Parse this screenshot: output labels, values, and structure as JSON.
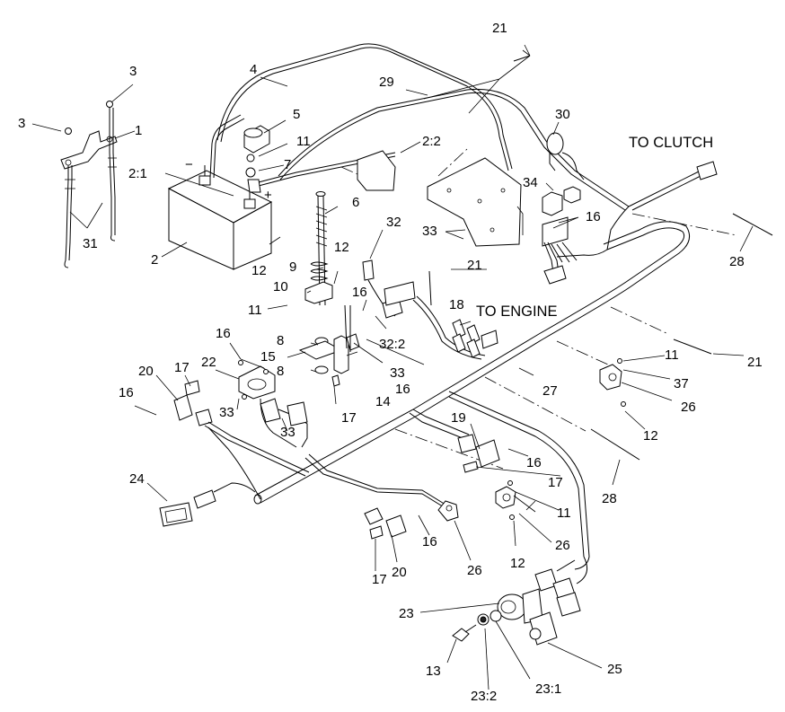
{
  "callouts": {
    "c1": "1",
    "c2": "2",
    "c2_1": "2:1",
    "c2_2": "2:2",
    "c3a": "3",
    "c3b": "3",
    "c4": "4",
    "c5": "5",
    "c6": "6",
    "c7": "7",
    "c8a": "8",
    "c8b": "8",
    "c9": "9",
    "c10": "10",
    "c11a": "11",
    "c11b": "11",
    "c11c": "11",
    "c11d": "11",
    "c12a": "12",
    "c12b": "12",
    "c12c": "12",
    "c12d": "12",
    "c13": "13",
    "c14": "14",
    "c15": "15",
    "c16a": "16",
    "c16b": "16",
    "c16c": "16",
    "c16d": "16",
    "c16e": "16",
    "c16f": "16",
    "c16g": "16",
    "c17a": "17",
    "c17b": "17",
    "c17c": "17",
    "c17d": "17",
    "c18": "18",
    "c19": "19",
    "c20a": "20",
    "c20b": "20",
    "c21a": "21",
    "c21b": "21",
    "c21c": "21",
    "c22": "22",
    "c23": "23",
    "c23_1": "23:1",
    "c23_2": "23:2",
    "c24": "24",
    "c25": "25",
    "c26a": "26",
    "c26b": "26",
    "c26c": "26",
    "c27": "27",
    "c28a": "28",
    "c28b": "28",
    "c29": "29",
    "c30": "30",
    "c31": "31",
    "c32": "32",
    "c32_2": "32:2",
    "c33a": "33",
    "c33b": "33",
    "c33c": "33",
    "c33d": "33",
    "c34": "34",
    "c37": "37"
  },
  "notes": {
    "to_clutch": "TO CLUTCH",
    "to_engine": "TO ENGINE",
    "minus": "−",
    "plus": "+"
  },
  "colors": {
    "line": "#000000",
    "background": "#ffffff"
  }
}
